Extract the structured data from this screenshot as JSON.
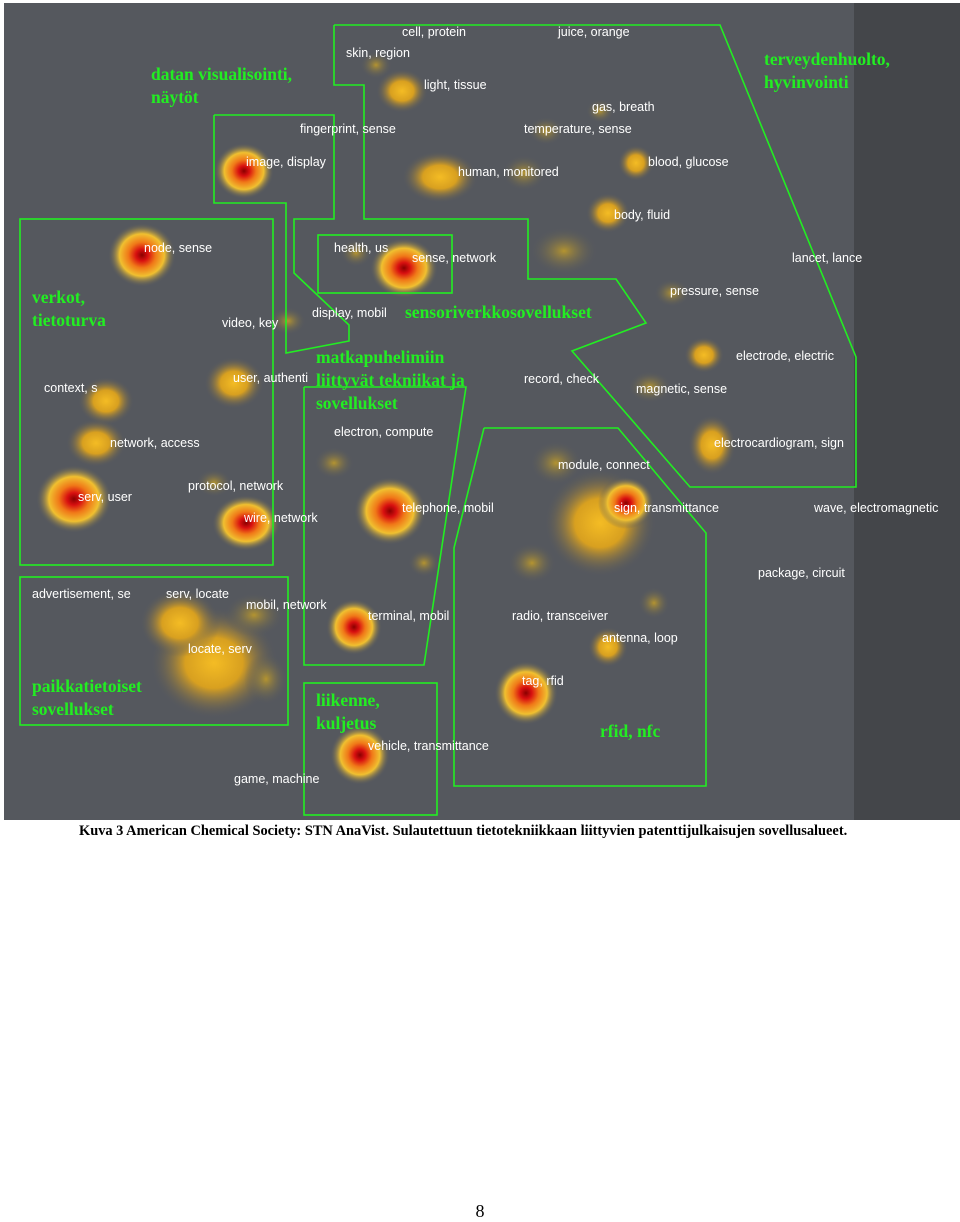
{
  "figure": {
    "region_labels": {
      "datan": [
        "datan visualisointi,",
        "näytöt"
      ],
      "terveys": [
        "terveydenhuolto,",
        "hyvinvointi"
      ],
      "verkot": [
        "verkot,",
        "tietoturva"
      ],
      "sensori": [
        "sensoriverkkosovellukset"
      ],
      "matka": [
        "matkapuhelimiin",
        "liittyvät tekniikat ja",
        "sovellukset"
      ],
      "paikka": [
        "paikkatietoiset",
        "sovellukset"
      ],
      "liikenne": [
        "liikenne,",
        "kuljetus"
      ],
      "rfid": [
        "rfid, nfc"
      ]
    },
    "terms": {
      "cell_protein": "cell, protein",
      "juice_orange": "juice, orange",
      "skin_region": "skin, region",
      "light_tissue": "light, tissue",
      "gas_breath": "gas, breath",
      "fingerprint_sense": "fingerprint, sense",
      "temperature_sense": "temperature, sense",
      "image_display": "image, display",
      "human_monitored": "human, monitored",
      "blood_glucose": "blood, glucose",
      "body_fluid": "body, fluid",
      "node_sense": "node, sense",
      "health_us": "health, us",
      "sense_network": "sense, network",
      "lancet_lance": "lancet, lance",
      "pressure_sense": "pressure, sense",
      "display_mobil": "display, mobil",
      "video_key": "video, key",
      "electrode_electric": "electrode, electric",
      "user_authenti": "user, authenti",
      "record_check": "record, check",
      "magnetic_sense": "magnetic, sense",
      "context_s": "context, s",
      "electron_compute": "electron, compute",
      "network_access": "network, access",
      "electrocardiogram_sign": "electrocardiogram, sign",
      "module_connect": "module, connect",
      "protocol_network": "protocol, network",
      "serv_user": "serv, user",
      "telephone_mobil": "telephone, mobil",
      "sign_transmittance": "sign, transmittance",
      "wave_electromagnetic": "wave, electromagnetic",
      "wire_network": "wire, network",
      "package_circuit": "package, circuit",
      "advertisement_se": "advertisement, se",
      "serv_locate": "serv, locate",
      "mobil_network": "mobil, network",
      "terminal_mobil": "terminal, mobil",
      "radio_transceiver": "radio, transceiver",
      "antenna_loop": "antenna, loop",
      "locate_serv": "locate, serv",
      "tag_rfid": "tag, rfid",
      "vehicle_transmittance": "vehicle, transmittance",
      "game_machine": "game, machine"
    },
    "colors": {
      "background": "#55585e",
      "right_strip": "#44464a",
      "outline": "#22ee22",
      "label_green": "#22ee22",
      "term_text": "#ffffff",
      "hot_core": "#c80808",
      "warm": "#f0b418"
    }
  },
  "caption": "Kuva 3 American Chemical Society: STN AnaVist. Sulautettuun tietotekniikkaan liittyvien patenttijulkaisujen sovellusalueet.",
  "page_number": "8"
}
